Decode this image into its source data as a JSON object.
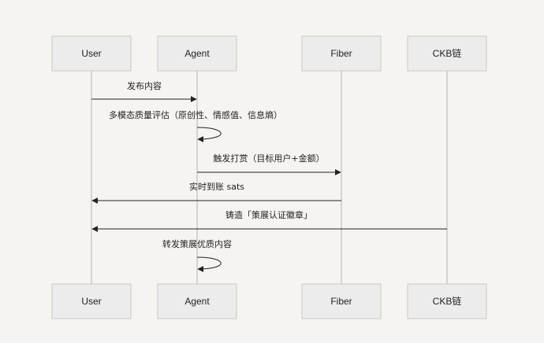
{
  "participants": [
    {
      "id": "user",
      "label": "User"
    },
    {
      "id": "agent",
      "label": "Agent"
    },
    {
      "id": "fiber",
      "label": "Fiber"
    },
    {
      "id": "ckb",
      "label": "CKB链"
    }
  ],
  "messages": [
    {
      "from": "user",
      "to": "agent",
      "text": "发布内容"
    },
    {
      "from": "agent",
      "to": "agent",
      "text": "多模态质量评估（原创性、情感值、信息熵）"
    },
    {
      "from": "agent",
      "to": "fiber",
      "text": "触发打赏（目标用户+金额）"
    },
    {
      "from": "fiber",
      "to": "user",
      "text": "实时到账 sats"
    },
    {
      "from": "ckb",
      "to": "user",
      "text": "铸造「策展认证徽章」"
    },
    {
      "from": "agent",
      "to": "agent",
      "text": "转发策展优质内容"
    }
  ]
}
